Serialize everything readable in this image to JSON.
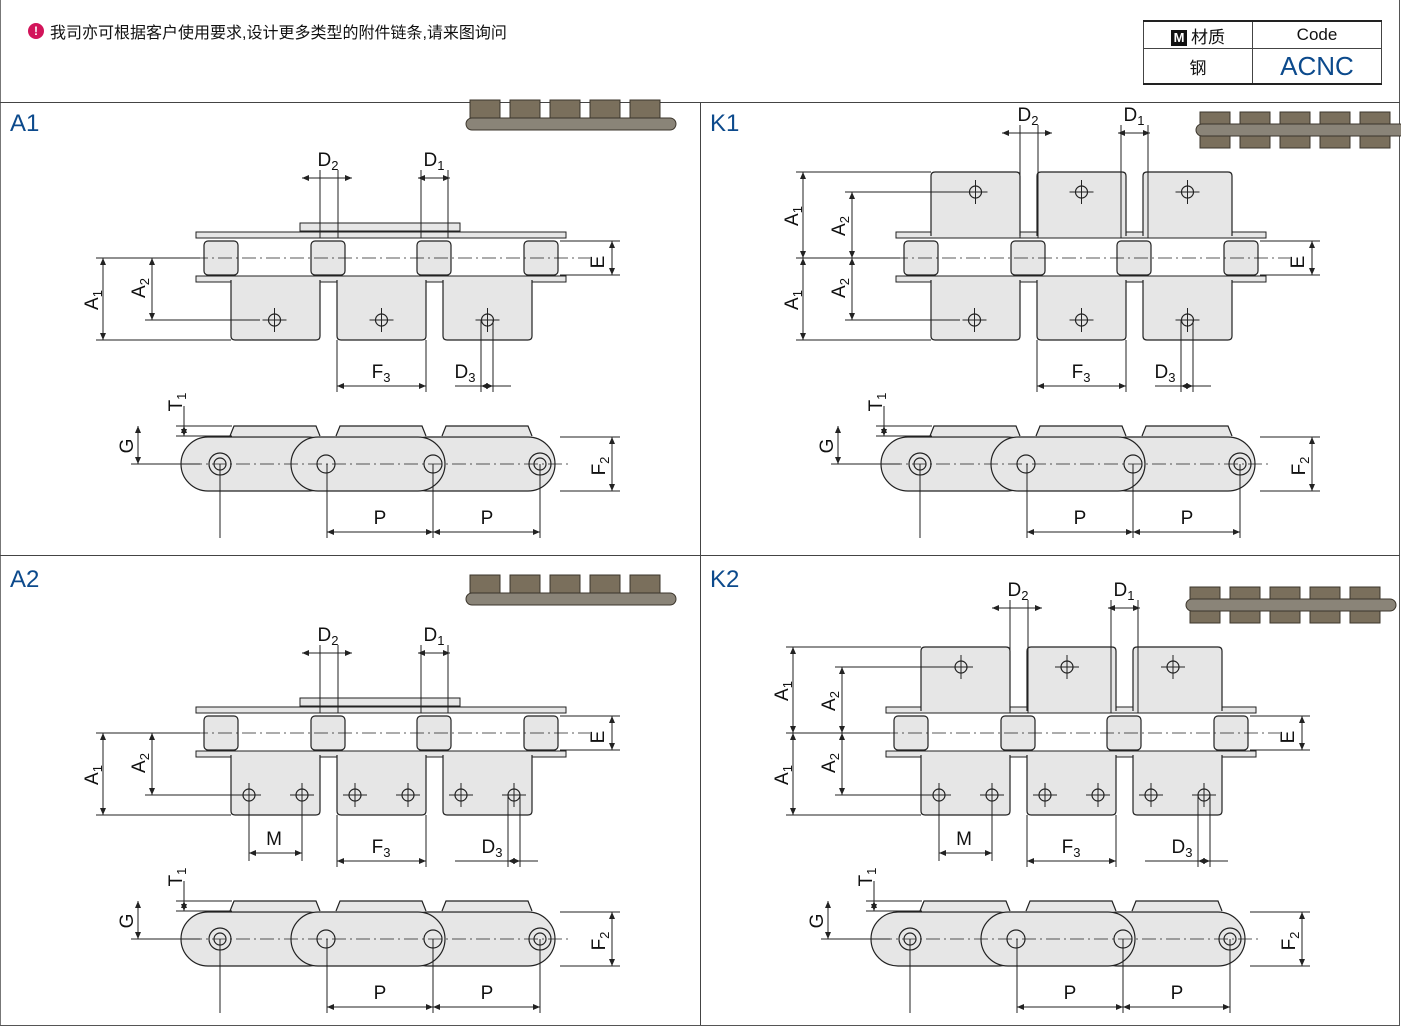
{
  "notice": {
    "icon": "alert-circle-icon",
    "text": "我司亦可根据客户使用要求,设计更多类型的附件链条,请来图询问"
  },
  "spec_table": {
    "material_badge": "M",
    "material_header": "材质",
    "code_header": "Code",
    "material_value": "钢",
    "code_value": "ACNC"
  },
  "panels": [
    {
      "id": "A1",
      "label": "A1"
    },
    {
      "id": "K1",
      "label": "K1"
    },
    {
      "id": "A2",
      "label": "A2"
    },
    {
      "id": "K2",
      "label": "K2"
    }
  ],
  "dims": {
    "A1": "A1",
    "A2": "A2",
    "D1": "D1",
    "D2": "D2",
    "D3": "D3",
    "E": "E",
    "F2": "F2",
    "F3": "F3",
    "G": "G",
    "T1": "T1",
    "P": "P",
    "M": "M"
  },
  "colors": {
    "accent": "#0c4a8c",
    "notice": "#d2145a",
    "plate": "#e6e6e6"
  }
}
